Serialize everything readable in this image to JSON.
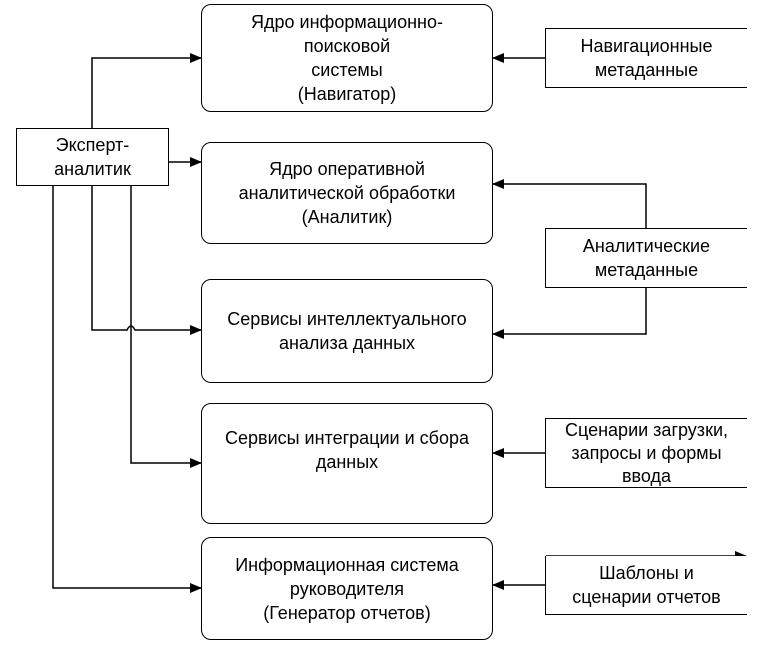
{
  "diagram": {
    "actor": {
      "lines": [
        "Эксперт-",
        "аналитик"
      ]
    },
    "components": [
      {
        "id": "navigator",
        "lines": [
          "Ядро информационно-",
          "поисковой",
          "системы",
          "(Навигатор)"
        ]
      },
      {
        "id": "analyst",
        "lines": [
          "Ядро оперативной",
          "аналитической обработки",
          "(Аналитик)"
        ]
      },
      {
        "id": "data-mining",
        "lines": [
          "Сервисы интеллектуального",
          "анализа данных"
        ]
      },
      {
        "id": "integration",
        "lines": [
          "Сервисы интеграции и сбора",
          "данных"
        ]
      },
      {
        "id": "report-generator",
        "lines": [
          "Информационная система",
          "руководителя",
          "(Генератор отчетов)"
        ]
      }
    ],
    "stores": [
      {
        "id": "nav-metadata",
        "lines": [
          "Навигационные",
          "метаданные"
        ]
      },
      {
        "id": "analytic-metadata",
        "lines": [
          "Аналитические",
          "метаданные"
        ]
      },
      {
        "id": "load-scenarios",
        "lines": [
          "Сценарии загрузки,",
          "запросы и формы",
          "ввода"
        ]
      },
      {
        "id": "report-templates",
        "lines": [
          "Шаблоны и",
          "сценарии отчетов"
        ]
      }
    ],
    "connections": [
      {
        "from": "actor",
        "to": "navigator"
      },
      {
        "from": "actor",
        "to": "analyst"
      },
      {
        "from": "actor",
        "to": "data-mining"
      },
      {
        "from": "actor",
        "to": "integration"
      },
      {
        "from": "actor",
        "to": "report-generator"
      },
      {
        "from": "nav-metadata",
        "to": "navigator"
      },
      {
        "from": "analytic-metadata",
        "to": "analyst"
      },
      {
        "from": "analytic-metadata",
        "to": "data-mining"
      },
      {
        "from": "load-scenarios",
        "to": "integration"
      },
      {
        "from": "report-templates",
        "to": "report-generator"
      }
    ]
  }
}
